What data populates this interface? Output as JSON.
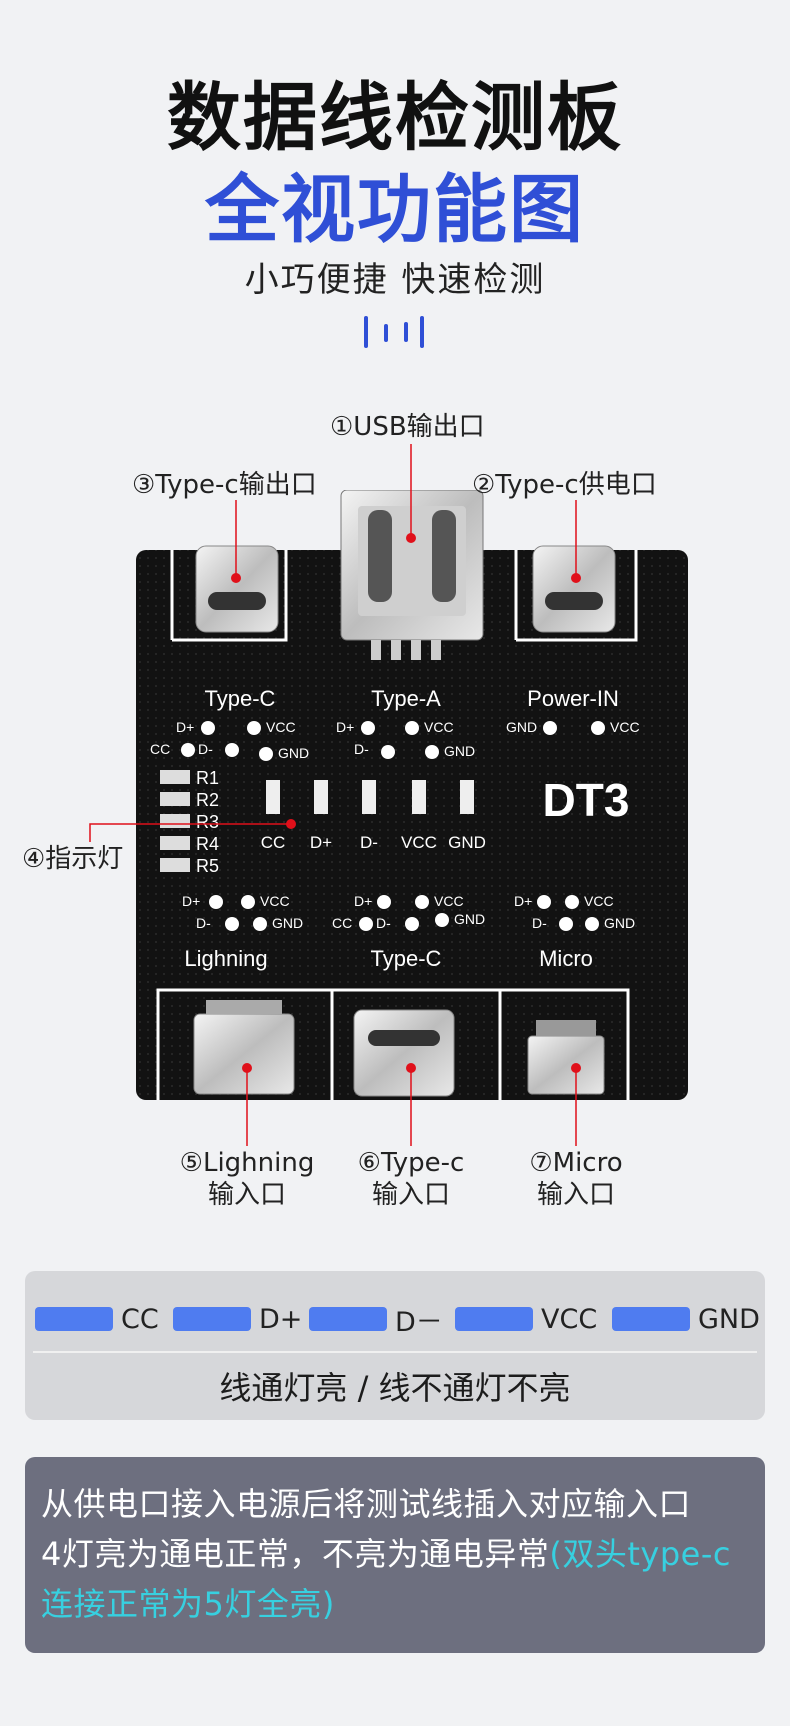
{
  "header": {
    "title_line1": "数据线检测板",
    "title_line2": "全视功能图",
    "subtitle": "小巧便捷  快速检测"
  },
  "diagram": {
    "labels": {
      "usb_out": "①USB输出口",
      "typec_power": "②Type-c供电口",
      "typec_out": "③Type-c输出口",
      "indicator": "④指示灯",
      "lightning_in_1": "⑤Lighning",
      "lightning_in_2": "输入口",
      "typec_in_1": "⑥Type-c",
      "typec_in_2": "输入口",
      "micro_in_1": "⑦Micro",
      "micro_in_2": "输入口"
    },
    "board": {
      "model": "DT3",
      "top_headers": [
        "Type-C",
        "Type-A",
        "Power-IN"
      ],
      "bottom_headers": [
        "Lighning",
        "Type-C",
        "Micro"
      ],
      "resistors": [
        "R1",
        "R2",
        "R3",
        "R4",
        "R5"
      ],
      "leds": [
        "CC",
        "D+",
        "D-",
        "VCC",
        "GND"
      ],
      "pads": {
        "cc": "CC",
        "dplus": "D+",
        "dminus": "D-",
        "vcc": "VCC",
        "gnd": "GND"
      }
    }
  },
  "legend": {
    "items": [
      "CC",
      "D+",
      "D－",
      "VCC",
      "GND"
    ],
    "caption": "线通灯亮 / 线不通灯不亮",
    "bar_color": "#4f7cf0"
  },
  "info": {
    "line1": "从供电口接入电源后将测试线插入对应输入口",
    "line2_a": "4灯亮为通电正常，不亮为通电异常",
    "line2_b": "(双头type-c",
    "line3": "连接正常为5灯全亮)",
    "highlight_color": "#37d0e0"
  },
  "colors": {
    "accent_blue": "#2f4fd6",
    "pointer_red": "#e0101a",
    "board_black": "#121212"
  }
}
